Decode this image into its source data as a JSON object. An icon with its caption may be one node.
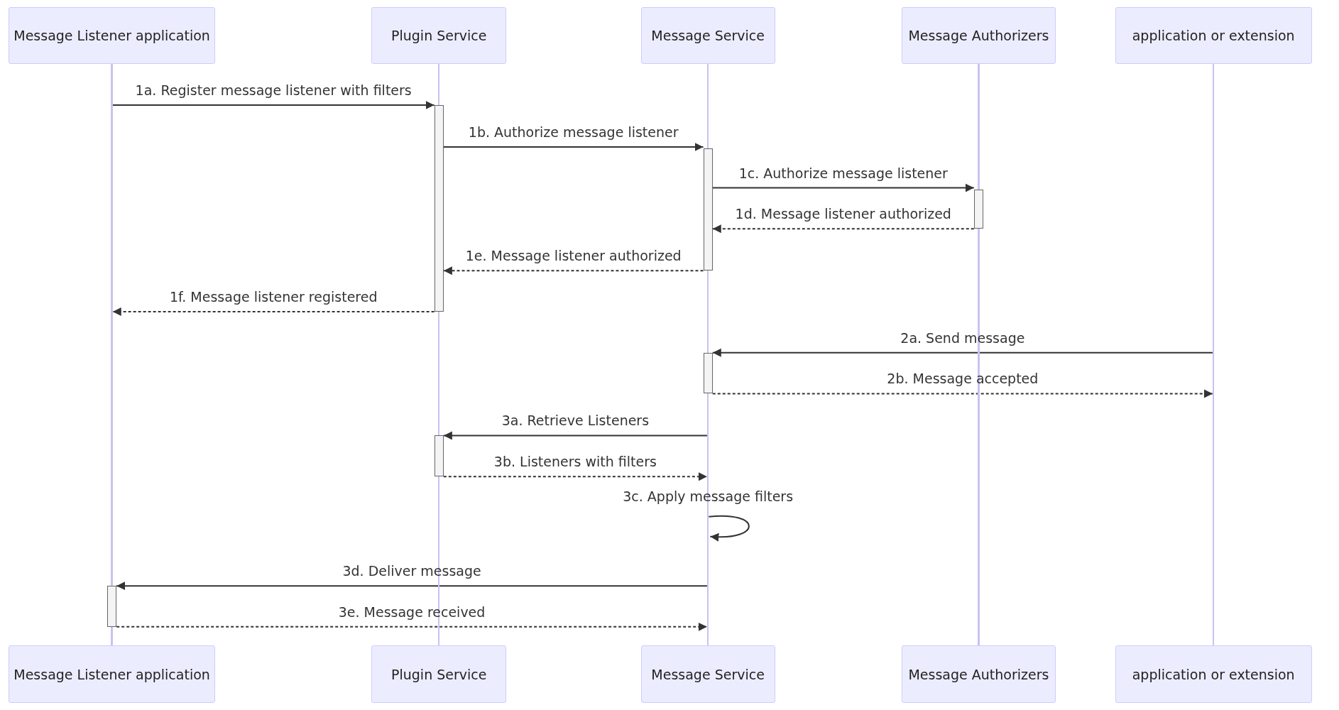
{
  "diagram": {
    "nodes": [
      {
        "text": [
          "Message Listener application"
        ]
      },
      {
        "text": [
          "Plugin Service"
        ]
      },
      {
        "text": [
          "Message Service"
        ]
      },
      {
        "text": [
          "Message Authorizers"
        ]
      },
      {
        "text": [
          "application or extension"
        ]
      },
      {
        "text": [],
        "shape": "bar"
      },
      {
        "text": [],
        "shape": "bar"
      },
      {
        "text": [],
        "shape": "bar"
      },
      {
        "text": [],
        "shape": "bar"
      },
      {
        "text": [],
        "shape": "bar"
      },
      {
        "text": [
          "Message Listener application"
        ]
      },
      {
        "text": [
          "Plugin Service"
        ]
      },
      {
        "text": [
          "Message Service"
        ]
      },
      {
        "text": [
          "Message Authorizers"
        ]
      },
      {
        "text": [
          "application or extension"
        ]
      },
      {
        "text": [],
        "shape": "box"
      },
      {
        "text": [],
        "shape": "box"
      },
      {
        "text": [],
        "shape": "box"
      },
      {
        "text": [],
        "shape": "box"
      },
      {
        "text": [],
        "shape": "box"
      },
      {
        "text": [],
        "shape": "box"
      }
    ],
    "edges": [
      {
        "from": 5,
        "to": 15,
        "arrow": "to",
        "label": "1a. Register message listener with filters"
      },
      {
        "from": 15,
        "to": 16,
        "arrow": "to",
        "label": "1b. Authorize message listener"
      },
      {
        "from": 16,
        "to": 17,
        "arrow": "to",
        "label": "1c. Authorize message listener"
      },
      {
        "from": 17,
        "to": 16,
        "arrow": "to",
        "label": "1d. Message listener authorized",
        "style": "dashed"
      },
      {
        "from": 16,
        "to": 15,
        "arrow": "to",
        "label": "1e. Message listener authorized",
        "style": "dashed"
      },
      {
        "from": 15,
        "to": 5,
        "arrow": "to",
        "label": "1f. Message listener registered",
        "style": "dashed"
      },
      {
        "from": 9,
        "to": 18,
        "arrow": "to",
        "label": "2a. Send message"
      },
      {
        "from": 18,
        "to": 9,
        "arrow": "to",
        "label": "2b. Message accepted",
        "style": "dashed"
      },
      {
        "from": 7,
        "to": 19,
        "arrow": "to",
        "label": "3a. Retrieve Listeners"
      },
      {
        "from": 19,
        "to": 7,
        "arrow": "to",
        "label": "3b. Listeners with filters",
        "style": "dashed"
      },
      {
        "from": 7,
        "to": 7,
        "arrow": "to",
        "label": "3c. Apply message filters"
      },
      {
        "from": 7,
        "to": 20,
        "arrow": "to",
        "label": "3d. Deliver message"
      },
      {
        "from": 20,
        "to": 7,
        "arrow": "to",
        "label": "3e. Message received",
        "style": "dashed"
      }
    ]
  }
}
